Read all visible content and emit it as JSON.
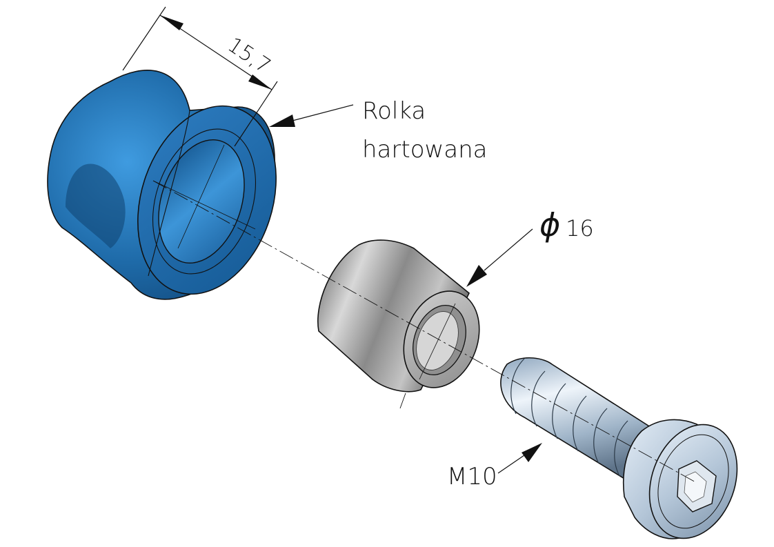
{
  "labels": {
    "dimension_width": "15,7",
    "roller_line1": "Rolka",
    "roller_line2": "hartowana",
    "sleeve_diameter_symbol": "ϕ",
    "sleeve_diameter_value": "16",
    "bolt_thread": "M10"
  },
  "colors": {
    "roller_blue": "#1e6aa8",
    "roller_highlight": "#3f9be0",
    "roller_dark": "#0f4373",
    "sleeve_gray": "#9c9c9c",
    "bolt_silver": "#c6d6e6",
    "line": "#111111"
  },
  "parts": [
    "roller",
    "sleeve",
    "bolt"
  ]
}
